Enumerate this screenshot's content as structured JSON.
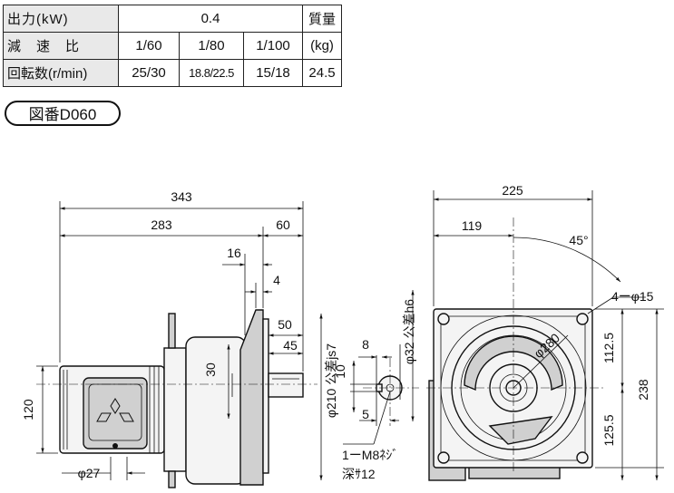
{
  "spec_table": {
    "output_label": "出力(kW)",
    "output_value": "0.4",
    "mass_label": "質量",
    "ratio_label": "減　速　比",
    "ratios": [
      "1/60",
      "1/80",
      "1/100"
    ],
    "mass_unit": "(kg)",
    "speed_label": "回転数(r/min)",
    "speeds": [
      "25/30",
      "18.8/22.5",
      "15/18"
    ],
    "mass_value": "24.5"
  },
  "drawing_number": "図番D060",
  "dimensions": {
    "overall_length": "343",
    "body_length": "283",
    "shaft_section": "60",
    "flange_offset": "16",
    "flange_step": "4",
    "shaft_length": "50",
    "key_length": "45",
    "shaft_height": "30",
    "motor_height": "120",
    "terminal_dia": "φ27",
    "pilot_dia": "φ210 公差js7",
    "shaft_dia": "φ32 公差h6",
    "key_width": "10",
    "key_offset_8": "8",
    "key_offset_5": "5",
    "tap_note": "1ーM8ﾈｼﾞ",
    "tap_depth": "深ｻ12",
    "flange_width": "225",
    "flange_half": "119",
    "bolt_angle": "45°",
    "holes": "4ーφ15",
    "pcd": "φ280",
    "upper_height": "112.5",
    "lower_height": "125.5",
    "total_height": "238"
  }
}
